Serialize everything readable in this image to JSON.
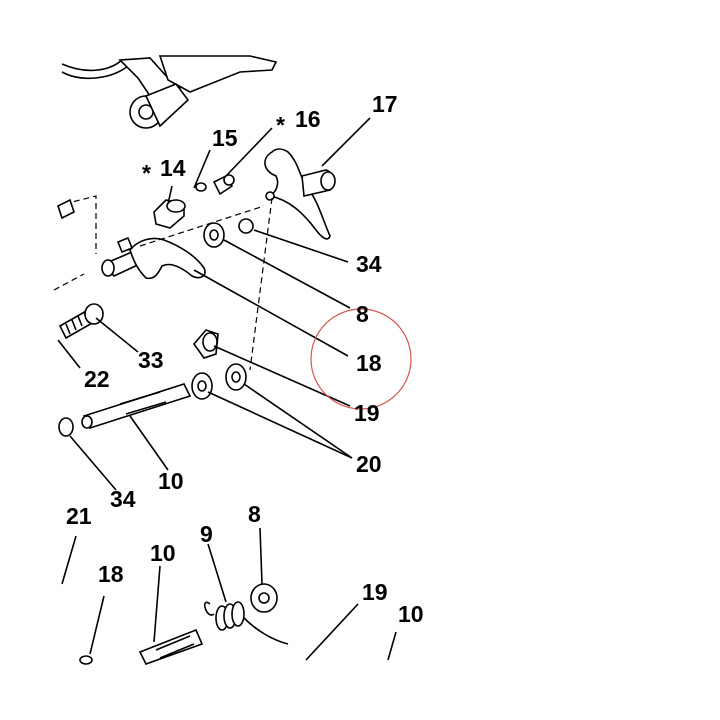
{
  "labels": {
    "l15": "15",
    "l16": "16",
    "l17": "17",
    "l14": "14",
    "l34a": "34",
    "l8a": "8",
    "l18a": "18",
    "l33": "33",
    "l22": "22",
    "l19a": "19",
    "l20": "20",
    "l10a": "10",
    "l34b": "34",
    "l21": "21",
    "l8b": "8",
    "l9": "9",
    "l10b": "10",
    "l18b": "18",
    "l19b": "19",
    "l10c": "10"
  },
  "markers": {
    "star16": "*",
    "star14": "*"
  },
  "colors": {
    "line": "#000000",
    "highlight_circle": "#d9534f",
    "background": "#ffffff"
  }
}
